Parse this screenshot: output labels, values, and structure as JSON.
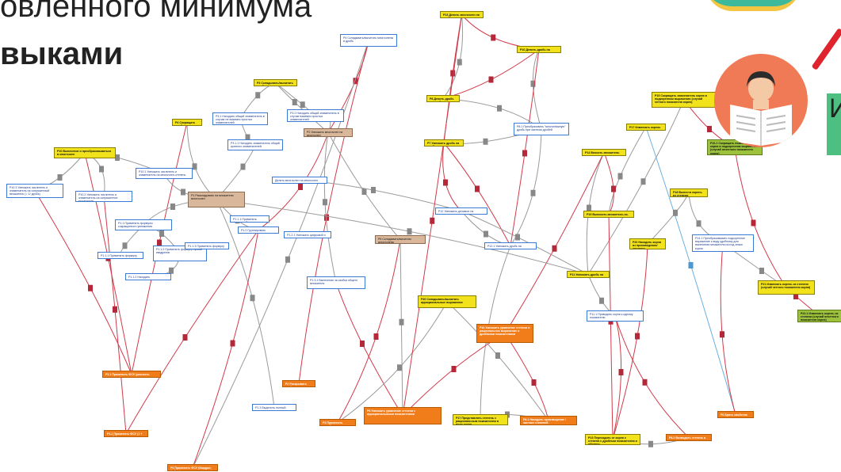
{
  "slide": {
    "title_line1": "овленного минимума",
    "title_line2": "выками",
    "side_letter": "И"
  },
  "colors": {
    "node_yellow": "#f2e21c",
    "node_blue_border": "#3a7bd5",
    "node_tan": "#d8b79a",
    "node_orange": "#f07c1a",
    "node_green": "#9cc23c",
    "edge_red": "#d23a4a",
    "edge_gray": "#9a9a9a",
    "edge_blue": "#6ab0e0"
  },
  "nodes": [
    {
      "id": "n1",
      "type": "yellow",
      "text": "P13 Делить многочлен на дробь"
    },
    {
      "id": "n2",
      "type": "blue",
      "text": "P4 Складывать/вычитать многочлены в дробь"
    },
    {
      "id": "n3",
      "type": "yellow",
      "text": "P10 Делить дробь на многочлен"
    },
    {
      "id": "n4",
      "type": "yellow",
      "text": "P3 Складывать/вычитать дроби"
    },
    {
      "id": "n5",
      "type": "blue",
      "text": "P3.1 Находить общий знаменатель в случае не взаимно простых знаменателей"
    },
    {
      "id": "n6",
      "type": "blue",
      "text": "P3.2 Находить общий знаменатель в случае взаимно простых знаменателей"
    },
    {
      "id": "n7",
      "type": "blue",
      "text": "P3.1.1 Находить знаменатель общий кратного знаменателей"
    },
    {
      "id": "n8",
      "type": "tan",
      "text": "P2 Умножать многочлен на многочлен"
    },
    {
      "id": "n9",
      "type": "yellow",
      "text": "P8 Делить дробь на дробь"
    },
    {
      "id": "n10",
      "type": "blue",
      "text": "P8.1 Преобразовать \"многоэтажную\" дробь при частном дробей"
    },
    {
      "id": "n11",
      "type": "yellow",
      "text": "P4 Сокращать дробь"
    },
    {
      "id": "n12",
      "type": "yellow",
      "text": "P7 Умножать дробь на дробь"
    },
    {
      "id": "n13",
      "type": "yellow",
      "text": "P15 Сокращать знаменатель корня в подкоренном выражении (случай четного показателя корня)"
    },
    {
      "id": "n14",
      "type": "yellow",
      "text": "P17 Извлекать корень из числа"
    },
    {
      "id": "n15",
      "type": "green",
      "text": "P16.1 Сокращать показатель корня в подкоренном выражении (случай нечетного показателя корня)"
    },
    {
      "id": "n16",
      "type": "yellow",
      "text": "P10 Вынесение и преобразовываться в многочлен"
    },
    {
      "id": "n17",
      "type": "blue",
      "text": "P10.1 Умножать числитель и знаменатель на многочлен-степень"
    },
    {
      "id": "n18",
      "type": "blue",
      "text": "P10.3 Умножать числитель и знаменатель на сопряженный множитель (= 1/ дробь)"
    },
    {
      "id": "n19",
      "type": "blue",
      "text": "P10.2 Умножать числитель и знаменатель на сопряженное выражение"
    },
    {
      "id": "n20",
      "type": "tan",
      "text": "P1 Раскладывать на множители многочлен"
    },
    {
      "id": "n21",
      "type": "blue",
      "text": "Делить многочлен на многочлен"
    },
    {
      "id": "n22",
      "type": "yellow",
      "text": "P14 Вносить множитель под знак корня"
    },
    {
      "id": "n23",
      "type": "yellow",
      "text": "P18 Вынести корень из степени"
    },
    {
      "id": "n24",
      "type": "blue",
      "text": "P1.1 Применять формулы сокращенного умножения"
    },
    {
      "id": "n25",
      "type": "blue",
      "text": "P1.2 Группировать слагаемые"
    },
    {
      "id": "n26",
      "type": "blue",
      "text": "P12 Умножать делимое на многочлен"
    },
    {
      "id": "n27",
      "type": "yellow",
      "text": "P19 Выносить множитель из-под знака корня"
    },
    {
      "id": "n28",
      "type": "blue",
      "text": "P1.1.1 Применять формулу разности квадратов"
    },
    {
      "id": "n29",
      "type": "blue",
      "text": "P1.1.2 Применять формулу суммы квадратов"
    },
    {
      "id": "n30",
      "type": "blue",
      "text": "P1.1.3 Применять формулу суммы кубов"
    },
    {
      "id": "n31",
      "type": "blue",
      "text": "P1.1.2 Находить дискриминант"
    },
    {
      "id": "n32",
      "type": "tan",
      "text": "P6 Складывать/вычитать многочлены"
    },
    {
      "id": "n33",
      "type": "yellow",
      "text": "P20 Находить корни из произведения/частного"
    },
    {
      "id": "n34",
      "type": "blue",
      "text": "P14.1 Преобразовывать подкоренное выражение к виду удобному для вынесения множителя из-под знака корня"
    },
    {
      "id": "n35",
      "type": "blue",
      "text": "P12.1 Умножать дробь на многочлен"
    },
    {
      "id": "n36",
      "type": "yellow",
      "text": "P11 Умножать дробь на корни"
    },
    {
      "id": "n37",
      "type": "blue",
      "text": "P1.3.1 Вынесение за скобки общего множителя"
    },
    {
      "id": "n38",
      "type": "yellow",
      "text": "P21 Извлекать корень из степени (случай четного показателя корня)"
    },
    {
      "id": "n39",
      "type": "yellow",
      "text": "P20 Складывать/вычитать иррациональные выражения"
    },
    {
      "id": "n40",
      "type": "green",
      "text": "P22.1 Извлекать корень из степени (случай нечетного показателя корня)"
    },
    {
      "id": "n41",
      "type": "blue",
      "text": "P11.1 Приводить корни к одному показателю"
    },
    {
      "id": "n42",
      "type": "orange",
      "text": "P16 Умножать уравнение степени в рациональное выражение и дробными показателями"
    },
    {
      "id": "n43",
      "type": "orange",
      "text": "P1.1 Применять ФСУ (разность квадратов)"
    },
    {
      "id": "n44",
      "type": "orange",
      "text": "P2 Раскрывать скобки"
    },
    {
      "id": "n45",
      "type": "blue",
      "text": "P1.3 Выделить полный квадрат"
    },
    {
      "id": "n46",
      "type": "orange",
      "text": "P8 Умножать уравнение степени с иррациональными показателями"
    },
    {
      "id": "n47",
      "type": "yellow",
      "text": "P17 Представлять степень с рациональным показателем в виде корня"
    },
    {
      "id": "n48",
      "type": "orange",
      "text": "P8.1 Находить произведение / частное степеней"
    },
    {
      "id": "n49",
      "type": "orange",
      "text": "P6 Брать свойства корня"
    },
    {
      "id": "n50",
      "type": "yellow",
      "text": "P13 Переходить от корня к степени с дробным показателем и обратно"
    },
    {
      "id": "n51",
      "type": "orange",
      "text": "P8.2 Возводить степень в степень"
    },
    {
      "id": "n52",
      "type": "orange",
      "text": "P1.2 Применять ФСУ (1 + дробь)"
    },
    {
      "id": "n53",
      "type": "orange",
      "text": "P3 Применять ФСУ (Квадрат, Куб +/-)"
    },
    {
      "id": "n54",
      "type": "orange",
      "text": "P3 Применять подобные"
    },
    {
      "id": "n55",
      "type": "blue",
      "text": "P1.1.1 Применять формулу Виета"
    },
    {
      "id": "n56",
      "type": "blue",
      "text": "P1.2.1 Умножать цифровой и многочлен"
    }
  ]
}
